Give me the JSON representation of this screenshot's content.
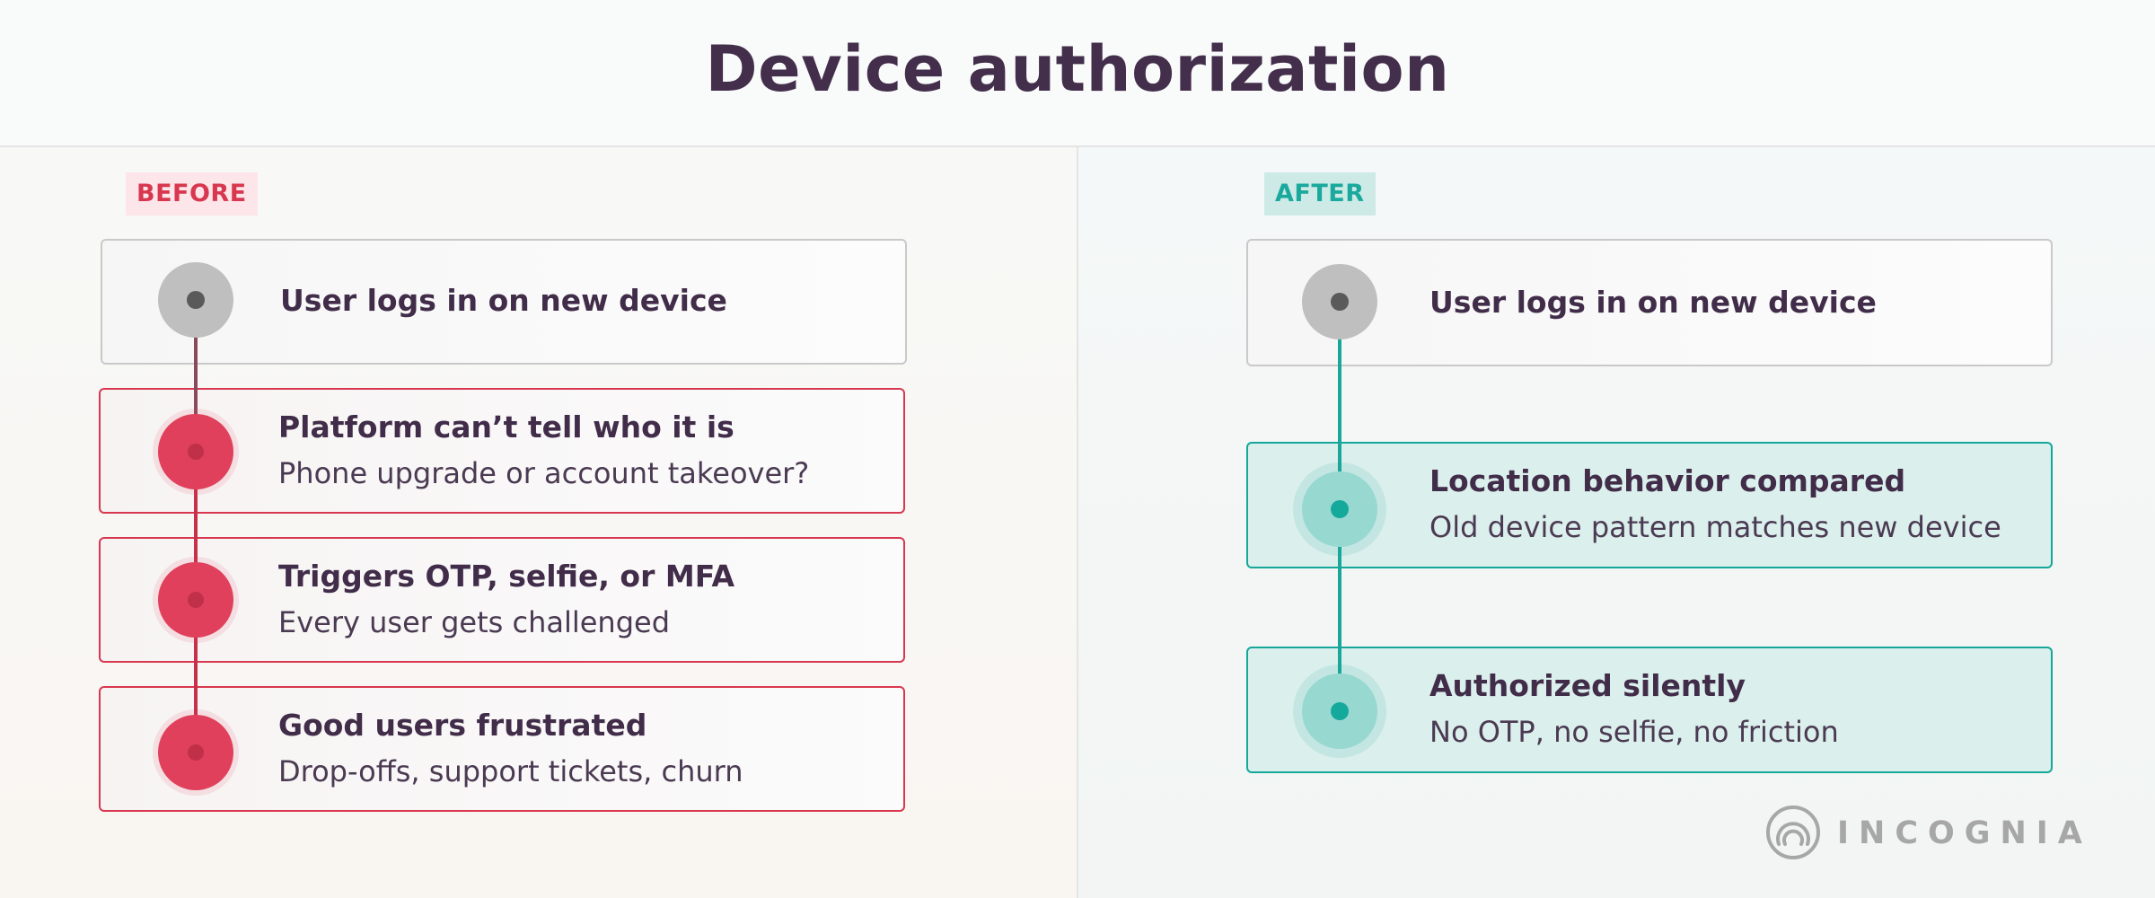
{
  "title": "Device authorization",
  "before": {
    "label": "BEFORE",
    "steps": [
      {
        "title": "User logs in on new device",
        "subtitle": ""
      },
      {
        "title": "Platform can’t tell who it is",
        "subtitle": "Phone upgrade or account takeover?"
      },
      {
        "title": "Triggers OTP, selfie, or MFA",
        "subtitle": "Every user gets challenged"
      },
      {
        "title": "Good users frustrated",
        "subtitle": "Drop-offs, support tickets, churn"
      }
    ]
  },
  "after": {
    "label": "AFTER",
    "steps": [
      {
        "title": "User logs in on new device",
        "subtitle": ""
      },
      {
        "title": "Location behavior compared",
        "subtitle": "Old device pattern matches new device"
      },
      {
        "title": "Authorized silently",
        "subtitle": "No OTP, no selfie, no friction"
      }
    ]
  },
  "brand": {
    "name": "INCOGNIA",
    "logo_icon": "incognia-rings-icon"
  },
  "colors": {
    "title": "#432e4b",
    "red": "#d8384f",
    "teal": "#15a79a",
    "neutral": "#bdbdbd",
    "logo": "#a7a7a7"
  }
}
